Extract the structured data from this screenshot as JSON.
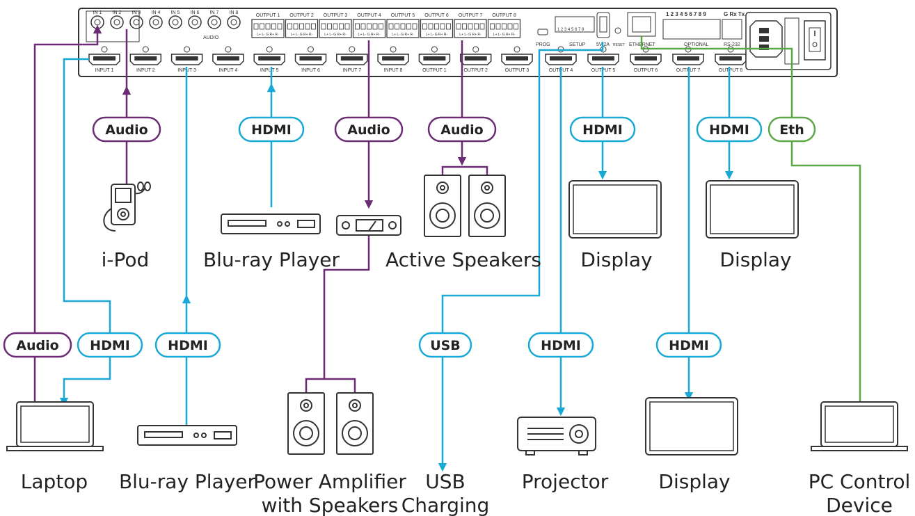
{
  "colors": {
    "hdmi": "#17a8d6",
    "audio": "#6a2a74",
    "ethernet": "#5aa845",
    "panel_stroke": "#333333",
    "panel_fill": "#ffffff"
  },
  "rear_panel": {
    "audio_inputs": [
      "IN 1",
      "IN 2",
      "IN 3",
      "IN 4",
      "IN 5",
      "IN 6",
      "IN 7",
      "IN 8"
    ],
    "audio_label": "AUDIO",
    "audio_outputs": [
      "OUTPUT 1",
      "OUTPUT 2",
      "OUTPUT 3",
      "OUTPUT 4",
      "OUTPUT 5",
      "OUTPUT 6",
      "OUTPUT 7",
      "OUTPUT 8"
    ],
    "terminal_label": "L+ L- G R+ R-",
    "hdmi_ports": [
      "INPUT 1",
      "INPUT 2",
      "INPUT 3",
      "INPUT 4",
      "INPUT 5",
      "INPUT 6",
      "INPUT 7",
      "INPUT 8",
      "OUTPUT 1",
      "OUTPUT 2",
      "OUTPUT 3",
      "OUTPUT 4",
      "OUTPUT 5",
      "OUTPUT 6",
      "OUTPUT 7",
      "OUTPUT 8"
    ],
    "prog_label": "PROG",
    "setup_label": "SETUP",
    "dip_label": "1 2 3 4 5 6 7 8",
    "usb_label": "5V/2A",
    "reset_label": "RESET",
    "ethernet_label": "ETHERNET",
    "optional_label": "OPTIONAL",
    "optional_pins": "1 2 3 4 5 6 7 8 9",
    "rs232_pins": "G Rx Tx",
    "rs232_label": "RS-232"
  },
  "pills": {
    "audio_ipod": "Audio",
    "hdmi_bluray_top": "HDMI",
    "audio_amp": "Audio",
    "audio_speakers": "Audio",
    "hdmi_display_1": "HDMI",
    "hdmi_display_2": "HDMI",
    "eth": "Eth",
    "audio_laptop": "Audio",
    "hdmi_laptop": "HDMI",
    "hdmi_bluray_bottom": "HDMI",
    "usb": "USB",
    "hdmi_projector": "HDMI",
    "hdmi_display_3": "HDMI"
  },
  "devices": {
    "ipod": "i-Pod",
    "bluray_top": "Blu-ray Player",
    "active_speakers": "Active Speakers",
    "display_1": "Display",
    "display_2": "Display",
    "laptop": "Laptop",
    "bluray_bottom": "Blu-ray Player",
    "amp_line1": "Power Amplifier",
    "amp_line2": "with Speakers",
    "usb_line1": "USB",
    "usb_line2": "Charging",
    "projector": "Projector",
    "display_3": "Display",
    "pc_line1": "PC Control",
    "pc_line2": "Device"
  },
  "icons": [
    "hdmi-port-icon",
    "audio-jack-icon",
    "terminal-block-icon",
    "ipod-icon",
    "bluray-player-icon",
    "amplifier-icon",
    "speaker-icon",
    "display-icon",
    "laptop-icon",
    "projector-icon",
    "power-inlet-icon",
    "power-switch-icon"
  ]
}
